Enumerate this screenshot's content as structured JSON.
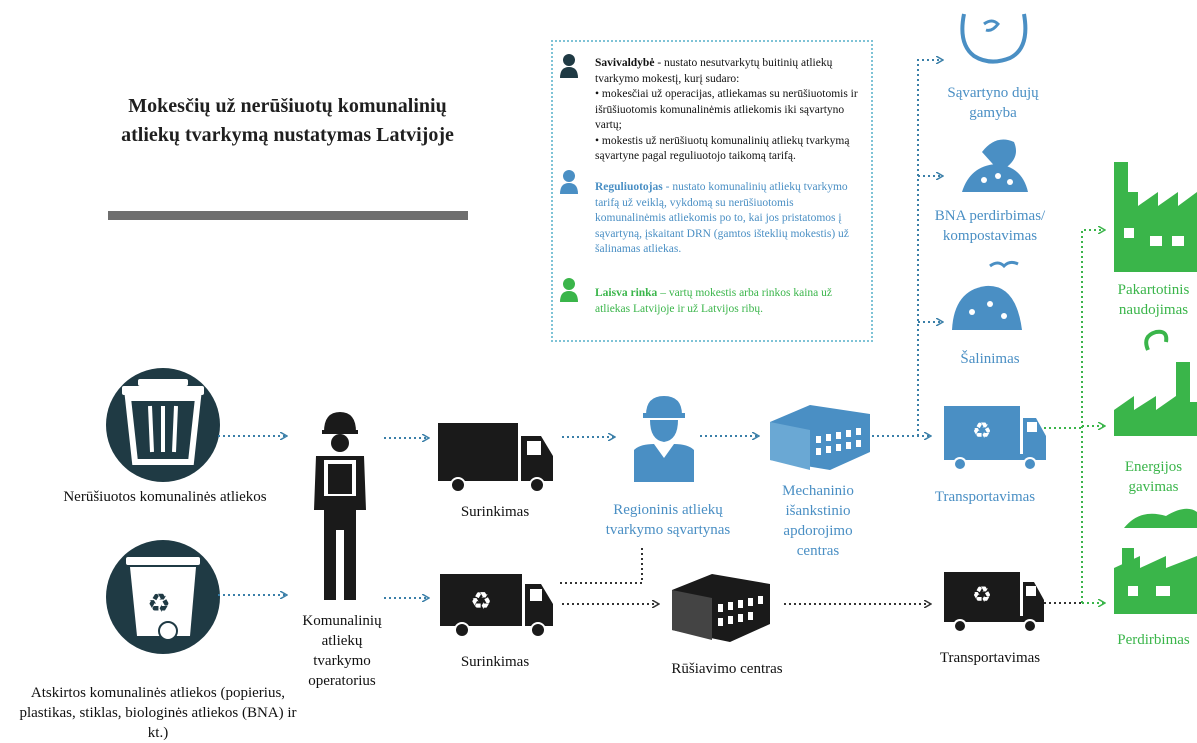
{
  "title": "Mokesčių už nerūšiuotų komunalinių atliekų tvarkymą nustatymas Latvijoje",
  "info_box": {
    "municipality": {
      "term": "Savivaldybė",
      "text": " - nustato nesutvarkytų buitinių atliekų tvarkymo mokestį, kurį sudaro:",
      "bullet1": "• mokesčiai už operacijas, atliekamas su nerūšiuotomis ir išrūšiuotomis komunalinėmis atliekomis iki sąvartyno vartų;",
      "bullet2": "• mokestis už nerūšiuotų komunalinių atliekų tvarkymą sąvartyne pagal reguliuotojo taikomą tarifą."
    },
    "regulator": {
      "term": "Reguliuotojas",
      "text": " - nustato komunalinių atliekų tvarkymo tarifą už veiklą, vykdomą su nerūšiuotomis komunalinėmis atliekomis po to, kai jos pristatomos į sąvartyną, įskaitant DRN (gamtos išteklių mokestis) už šalinamas atliekas."
    },
    "market": {
      "term": "Laisva rinka",
      "text": " – vartų mokestis arba rinkos kaina už atliekas Latvijoje ir už Latvijos ribų."
    }
  },
  "labels": {
    "unsorted_waste": "Nerūšiuotos komunalinės atliekos",
    "separated_waste": "Atskirtos komunalinės atliekos (popierius, plastikas, stiklas, biologinės atliekos (BNA) ir kt.)",
    "operator": "Komunalinių atliekų tvarkymo operatorius",
    "collection_top": "Surinkimas",
    "collection_bottom": "Surinkimas",
    "regional_landfill": "Regioninis atliekų tvarkymo sąvartynas",
    "mbt_centre": "Mechaninio išankstinio apdorojimo centras",
    "sorting_centre": "Rūšiavimo centras",
    "transport_top": "Transportavimas",
    "transport_bottom": "Transportavimas",
    "landfill_gas": "Sąvartyno dujų gamyba",
    "bna_processing": "BNA perdirbimas/ kompostavimas",
    "disposal": "Šalinimas",
    "reuse": "Pakartotinis naudojimas",
    "energy": "Energijos gavimas",
    "recycling": "Perdirbimas"
  },
  "colors": {
    "dark": "#1f3a44",
    "black": "#1a1a1a",
    "blue": "#4a8fc4",
    "arrow_blue": "#3a7fa8",
    "green": "#3ab54a",
    "grey": "#6e6e6e"
  }
}
